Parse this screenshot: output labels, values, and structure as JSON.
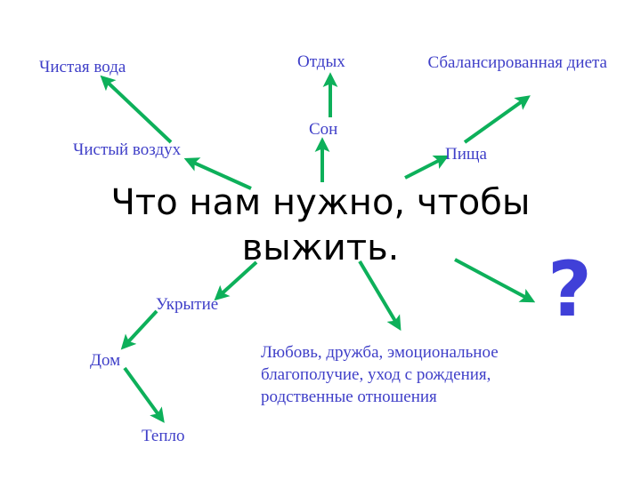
{
  "slide": {
    "background_color": "#ffffff",
    "title": "Что нам нужно, чтобы\nвыжить.",
    "title_color": "#000000",
    "label_color": "#3f3fc8",
    "arrow_color": "#0db05a",
    "question_mark": "?",
    "question_mark_color": "#4040d8"
  },
  "labels": {
    "clean_water": "Чистая вода",
    "clean_air": "Чистый воздух",
    "rest": "Отдых",
    "sleep": "Сон",
    "balanced_diet": "Сбалансированная диета",
    "food": "Пища",
    "shelter": "Укрытие",
    "home": "Дом",
    "warmth": "Тепло",
    "love": "Любовь, дружба, эмоциональное благополучие, уход с рождения, родственные отношения"
  },
  "arrows": [
    {
      "name": "arrow-title-to-clean-air",
      "from": "Что нам нужно, чтобы выжить.",
      "to": "Чистый воздух"
    },
    {
      "name": "arrow-clean-air-to-clean-water",
      "from": "Чистый воздух",
      "to": "Чистая вода"
    },
    {
      "name": "arrow-title-to-sleep",
      "from": "Что нам нужно, чтобы выжить.",
      "to": "Сон"
    },
    {
      "name": "arrow-sleep-to-rest",
      "from": "Сон",
      "to": "Отдых"
    },
    {
      "name": "arrow-title-to-food",
      "from": "Что нам нужно, чтобы выжить.",
      "to": "Пища"
    },
    {
      "name": "arrow-food-to-balanced-diet",
      "from": "Пища",
      "to": "Сбалансированная диета"
    },
    {
      "name": "arrow-title-to-shelter",
      "from": "Что нам нужно, чтобы выжить.",
      "to": "Укрытие"
    },
    {
      "name": "arrow-shelter-to-home",
      "from": "Укрытие",
      "to": "Дом"
    },
    {
      "name": "arrow-home-to-warmth",
      "from": "Дом",
      "to": "Тепло"
    },
    {
      "name": "arrow-title-to-love",
      "from": "Что нам нужно, чтобы выжить.",
      "to": "Любовь, дружба, эмоциональное благополучие, уход с рождения, родственные отношения"
    },
    {
      "name": "arrow-title-to-question",
      "from": "Что нам нужно, чтобы выжить.",
      "to": "?"
    }
  ]
}
